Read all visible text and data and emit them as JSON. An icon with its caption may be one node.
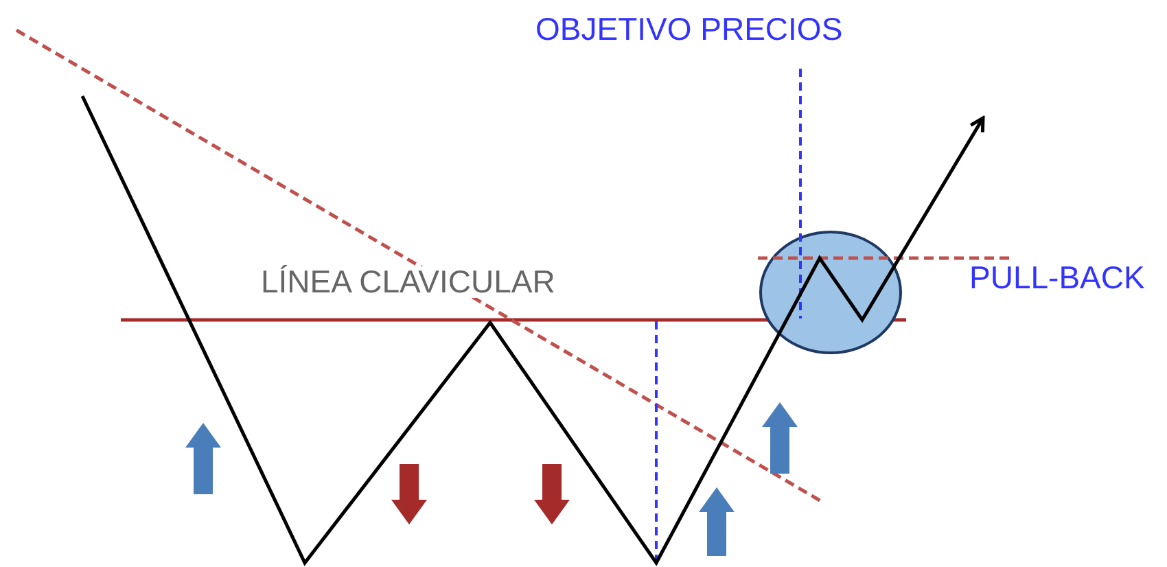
{
  "diagram": {
    "nodes": [
      {
        "text": [],
        "shape": "circle"
      }
    ],
    "labels": [
      "OBJETIVO PRECIOS",
      "LÍNEA CLAVICULAR",
      "PULL-BACK"
    ]
  }
}
